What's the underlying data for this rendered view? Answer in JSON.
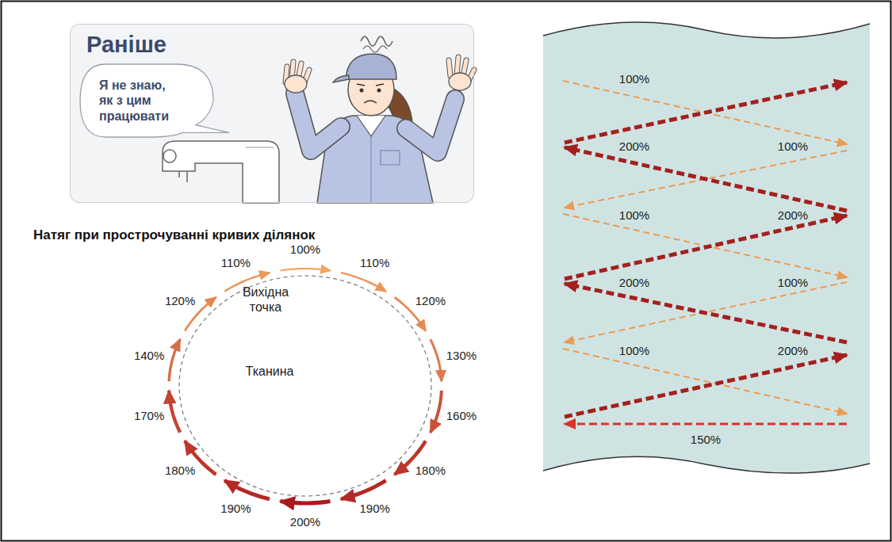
{
  "diagram": {
    "title": "Натяг при прострочуванні кривих ділянок",
    "nodes": [
      {
        "text": [
          "Раніше"
        ]
      },
      {
        "text": [
          "Я не знаю, як з цим працювати"
        ],
        "in": 0
      },
      {
        "text": [
          "Вихідна точка",
          "Тканина"
        ]
      }
    ],
    "labels": [
      "100%",
      "110%",
      "120%",
      "130%",
      "160%",
      "180%",
      "190%",
      "200%",
      "190%",
      "180%",
      "170%",
      "140%",
      "120%",
      "110%",
      "100%",
      "200%",
      "100%",
      "100%",
      "200%",
      "200%",
      "100%",
      "100%",
      "200%",
      "150%"
    ]
  }
}
